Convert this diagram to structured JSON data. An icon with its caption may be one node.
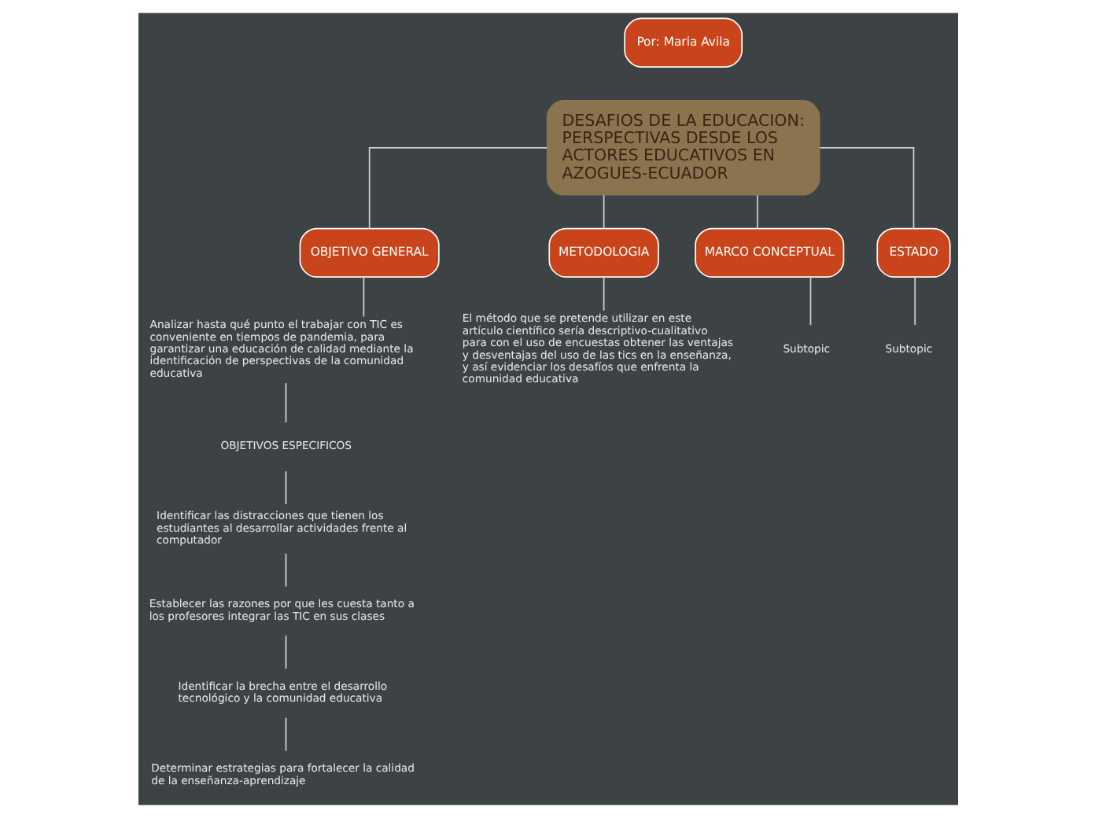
{
  "diagram": {
    "nodes": [
      {
        "text": [
          "Por: Maria Avila"
        ]
      },
      {
        "text": [
          "DESAFIOS DE LA EDUCACION: PERSPECTIVAS DESDE LOS ACTORES EDUCATIVOS EN AZOGUES-ECUADOR"
        ]
      },
      {
        "text": [
          "OBJETIVO GENERAL"
        ]
      },
      {
        "text": [
          "METODOLOGIA"
        ]
      },
      {
        "text": [
          "MARCO CONCEPTUAL"
        ]
      },
      {
        "text": [
          "ESTADO"
        ]
      },
      {
        "text": [
          "Analizar hasta qué punto el trabajar con TIC es conveniente en tiempos de pandemia, para garantizar una educación de calidad mediante la identificación de perspectivas de la comunidad educativa"
        ]
      },
      {
        "text": [
          "OBJETIVOS ESPECIFICOS"
        ]
      },
      {
        "text": [
          "Identificar las distracciones que tienen los estudiantes al desarrollar actividades frente al computador"
        ]
      },
      {
        "text": [
          "Establecer las razones por que les cuesta tanto a los profesores integrar las TIC en sus clases"
        ]
      },
      {
        "text": [
          "Identificar la brecha entre el desarrollo tecnológico y la comunidad educativa"
        ]
      },
      {
        "text": [
          "Determinar estrategias para fortalecer la calidad de la enseñanza-aprendizaje"
        ]
      },
      {
        "text": [
          "El método que se pretende utilizar en este artículo científico sería descriptivo-cualitativo para con el uso de encuestas obtener las ventajas y desventajas del uso de las tics en la enseñanza, y así evidenciar los desafíos que enfrenta la comunidad educativa"
        ]
      },
      {
        "text": [
          "Subtopic"
        ]
      },
      {
        "text": [
          "Subtopic"
        ]
      }
    ],
    "edges": [
      {
        "from": 1,
        "to": 2,
        "arrow": "none"
      },
      {
        "from": 1,
        "to": 3,
        "arrow": "none"
      },
      {
        "from": 1,
        "to": 4,
        "arrow": "none"
      },
      {
        "from": 1,
        "to": 5,
        "arrow": "none"
      },
      {
        "from": 2,
        "to": 6,
        "arrow": "none"
      },
      {
        "from": 6,
        "to": 7,
        "arrow": "none"
      },
      {
        "from": 7,
        "to": 8,
        "arrow": "none"
      },
      {
        "from": 8,
        "to": 9,
        "arrow": "none"
      },
      {
        "from": 9,
        "to": 10,
        "arrow": "none"
      },
      {
        "from": 10,
        "to": 11,
        "arrow": "none"
      },
      {
        "from": 3,
        "to": 12,
        "arrow": "none"
      },
      {
        "from": 4,
        "to": 13,
        "arrow": "none"
      },
      {
        "from": 5,
        "to": 14,
        "arrow": "none"
      }
    ]
  }
}
